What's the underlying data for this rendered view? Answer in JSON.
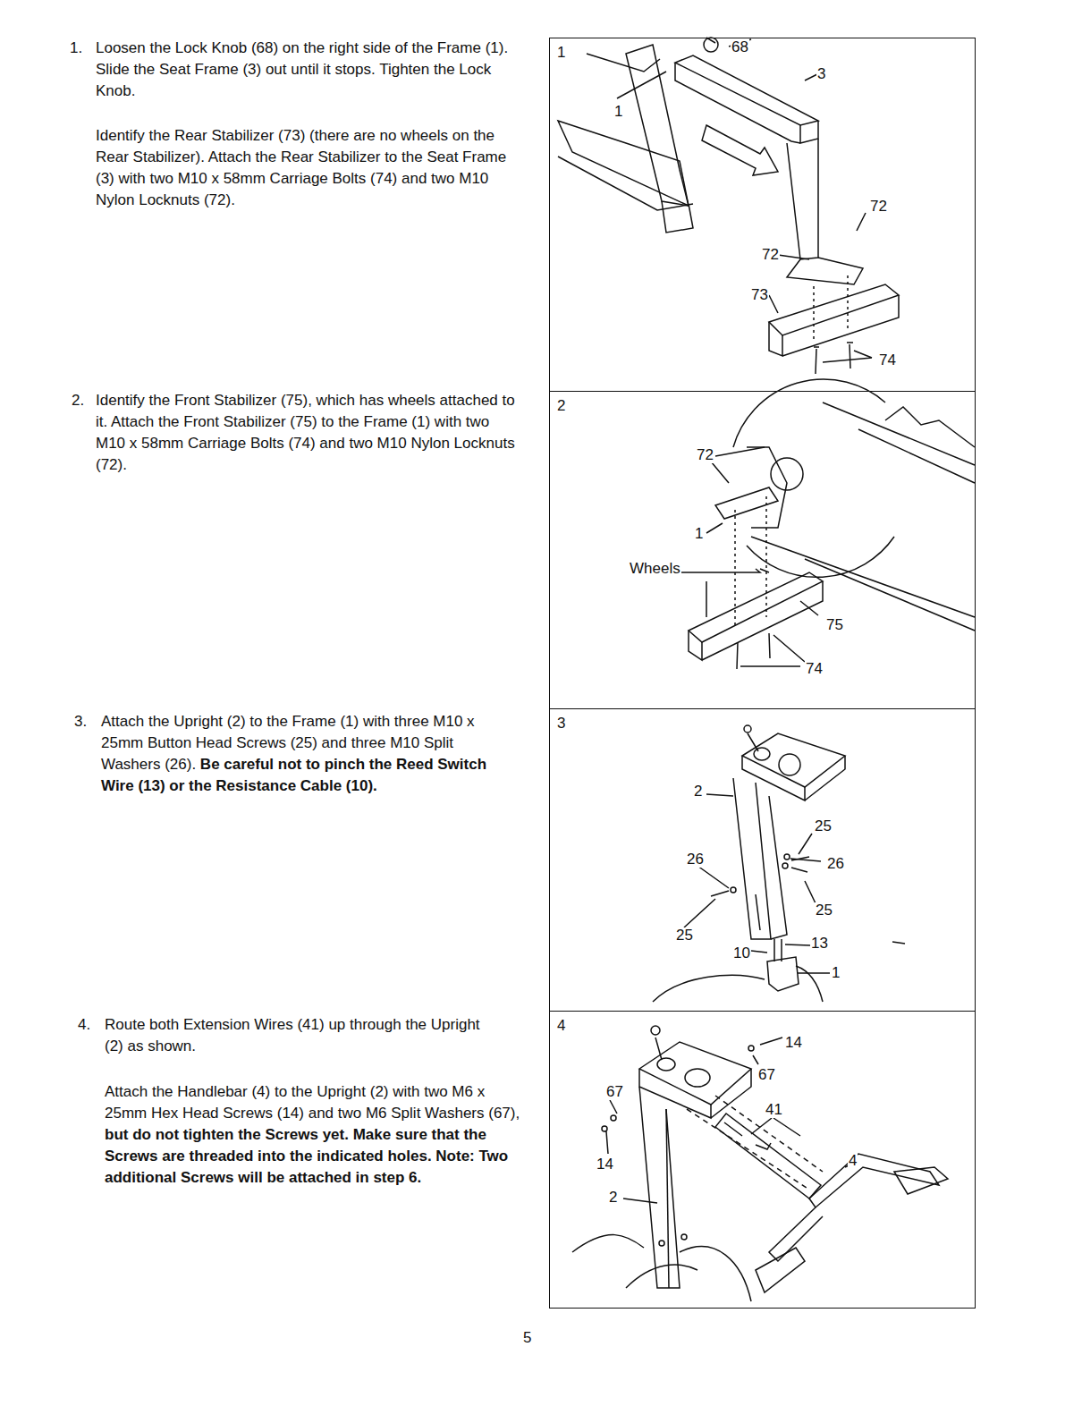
{
  "diagram": {
    "nodes": [
      {
        "text": [
          "1"
        ]
      },
      {
        "text": [
          "2"
        ]
      },
      {
        "text": [
          "3"
        ]
      },
      {
        "text": [
          "4"
        ]
      }
    ],
    "labels": [
      "1.",
      "Loosen the Lock Knob (68) on the right side of the Frame (1). Slide the Seat Frame (3) out until it stops. Tighten the Lock Knob.",
      "Identify the Rear Stabilizer (73) (there are no wheels on the Rear Stabilizer). Attach the Rear Stabilizer to the Seat Frame (3) with two M10 x 58mm Carriage Bolts (74) and two M10 Nylon Locknuts (72).",
      "2.",
      "Identify the Front Stabilizer (75), which has wheels attached to it. Attach the Front Stabilizer (75) to the Frame (1) with two M10 x 58mm Carriage Bolts (74) and two M10 Nylon Locknuts (72).",
      "3.",
      "Attach the Upright (2) to the Frame (1) with three M10 x 25mm Button Head Screws (25) and three M10 Split Washers (26).",
      "Be careful not to pinch the Reed Switch Wire (13) or the Resistance Cable (10).",
      "4.",
      "Route both Extension Wires (41) up through the Upright (2) as shown.",
      "Attach the Handlebar (4) to the Upright (2) with two M6 x 25mm Hex Head Screws (14) and two M6 Split Washers (67),",
      "but do not tighten the Screws yet. Make sure that the Screws are threaded into the indicated holes. Note: Two additional Screws will be attached in step 6.",
      "68",
      "3",
      "1",
      "72",
      "72",
      "73",
      "74",
      "72",
      "1",
      "Wheels",
      "75",
      "74",
      "2",
      "25",
      "26",
      "26",
      "25",
      "25",
      "10",
      "13",
      "1",
      "14",
      "67",
      "67",
      "41",
      "4",
      "14",
      "2",
      "5"
    ]
  }
}
